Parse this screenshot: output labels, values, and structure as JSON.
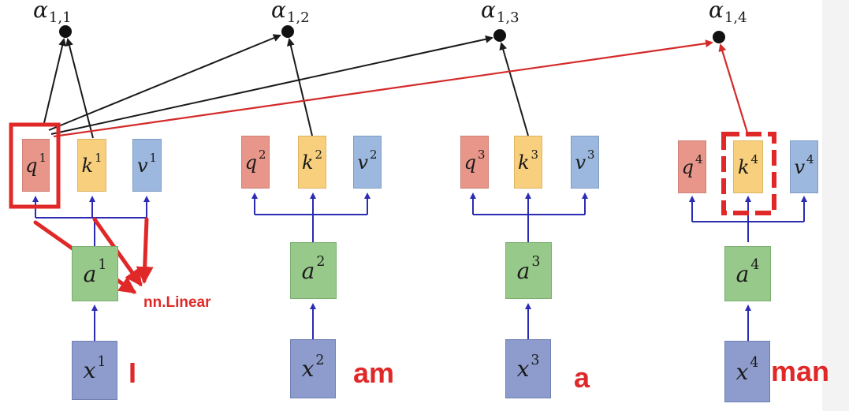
{
  "alphas": [
    {
      "symbol": "α",
      "sub": "1,1"
    },
    {
      "symbol": "α",
      "sub": "1,2"
    },
    {
      "symbol": "α",
      "sub": "1,3"
    },
    {
      "symbol": "α",
      "sub": "1,4"
    }
  ],
  "tokens": [
    {
      "q": "q",
      "k": "k",
      "v": "v",
      "a": "a",
      "x": "x",
      "idx": "1",
      "word": "I"
    },
    {
      "q": "q",
      "k": "k",
      "v": "v",
      "a": "a",
      "x": "x",
      "idx": "2",
      "word": "am"
    },
    {
      "q": "q",
      "k": "k",
      "v": "v",
      "a": "a",
      "x": "x",
      "idx": "3",
      "word": "a"
    },
    {
      "q": "q",
      "k": "k",
      "v": "v",
      "a": "a",
      "x": "x",
      "idx": "4",
      "word": "man"
    }
  ],
  "annotation": {
    "label": "nn.Linear"
  },
  "colors": {
    "query": "#e8968a",
    "key": "#f7cf7d",
    "value": "#9cb8de",
    "embedding": "#96c98a",
    "input": "#8d9ccc",
    "projection_arrow": "#2b2bb3",
    "highlight": "#e02828",
    "score_arrow": "#1a1a1a"
  }
}
